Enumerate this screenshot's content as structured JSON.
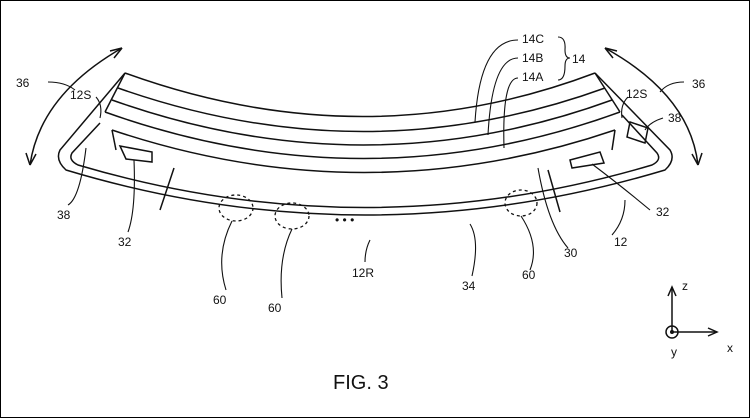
{
  "figure": {
    "caption": "FIG. 3",
    "labels": {
      "l36_left": "36",
      "l36_right": "36",
      "l12s_left": "12S",
      "l12s_right": "12S",
      "l14c": "14C",
      "l14b": "14B",
      "l14a": "14A",
      "l14": "14",
      "l38_left": "38",
      "l38_right": "38",
      "l32_left": "32",
      "l32_right": "32",
      "l12": "12",
      "l30": "30",
      "l60_a": "60",
      "l60_b": "60",
      "l60_c": "60",
      "l12r": "12R",
      "l34": "34"
    },
    "axes": {
      "z": "z",
      "y": "y",
      "x": "x"
    },
    "ellipsis": "• • •"
  }
}
